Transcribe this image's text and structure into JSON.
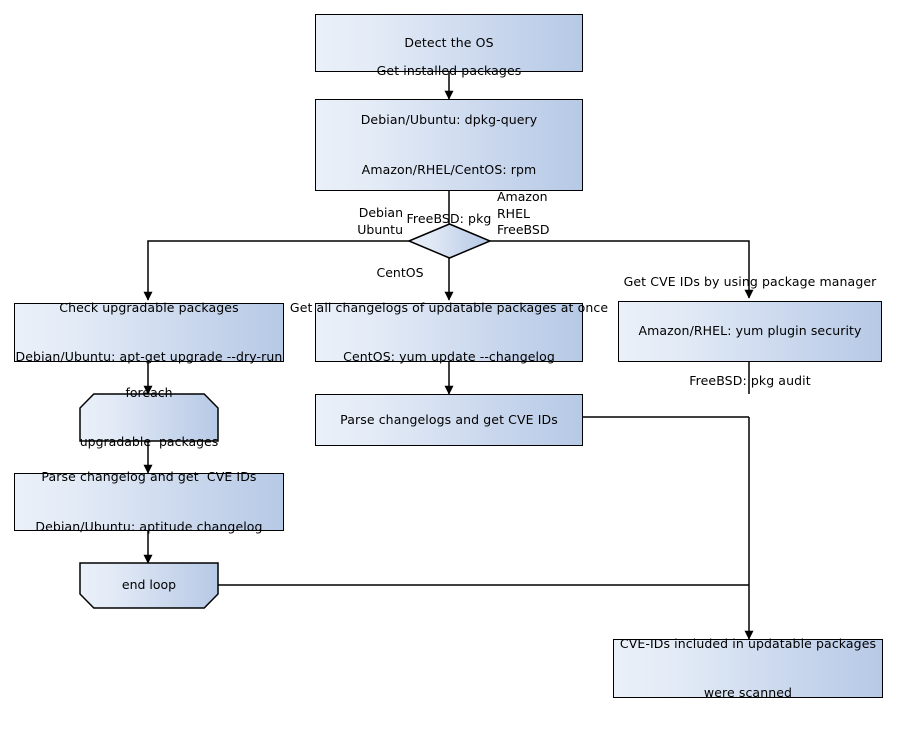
{
  "diagram": {
    "title": "OS package CVE scan flow",
    "colors": {
      "node_fill_light": "#eaf0f9",
      "node_fill_dark": "#b6c9e6",
      "node_stroke": "#000000",
      "connector": "#000000",
      "background": "#ffffff"
    }
  },
  "nodes": {
    "detect_os": {
      "label": "Detect the OS"
    },
    "get_installed_packages": {
      "line1": "Get installed packages",
      "line2": "Debian/Ubuntu: dpkg-query",
      "line3": "Amazon/RHEL/CentOS: rpm",
      "line4": "FreeBSD: pkg"
    },
    "os_decision": {
      "label": ""
    },
    "check_upgradable": {
      "line1": "Check upgradable packages",
      "line2": "Debian/Ubuntu: apt-get upgrade --dry-run"
    },
    "get_all_changelogs": {
      "line1": "Get all changelogs of updatable packages at once",
      "line2": "CentOS: yum update --changelog"
    },
    "get_cve_pkg_manager": {
      "line1": "Get CVE IDs by using package manager",
      "line2": "Amazon/RHEL: yum plugin security",
      "line3": "FreeBSD: pkg audit"
    },
    "foreach_loop": {
      "line1": "foreach",
      "line2": "upgradable  packages"
    },
    "parse_changelogs_center": {
      "label": "Parse changelogs and get CVE IDs"
    },
    "parse_changelog_left": {
      "line1": "Parse changelog and get  CVE IDs",
      "line2": "Debian/Ubuntu: aptitude changelog"
    },
    "end_loop": {
      "label": "end loop"
    },
    "scanned_result": {
      "line1": "CVE-IDs included in updatable packages",
      "line2": "were scanned"
    }
  },
  "edge_labels": {
    "debian_ubuntu": "Debian\nUbuntu",
    "amazon_rhel_freebsd": "Amazon\nRHEL\nFreeBSD",
    "centos": "CentOS"
  }
}
